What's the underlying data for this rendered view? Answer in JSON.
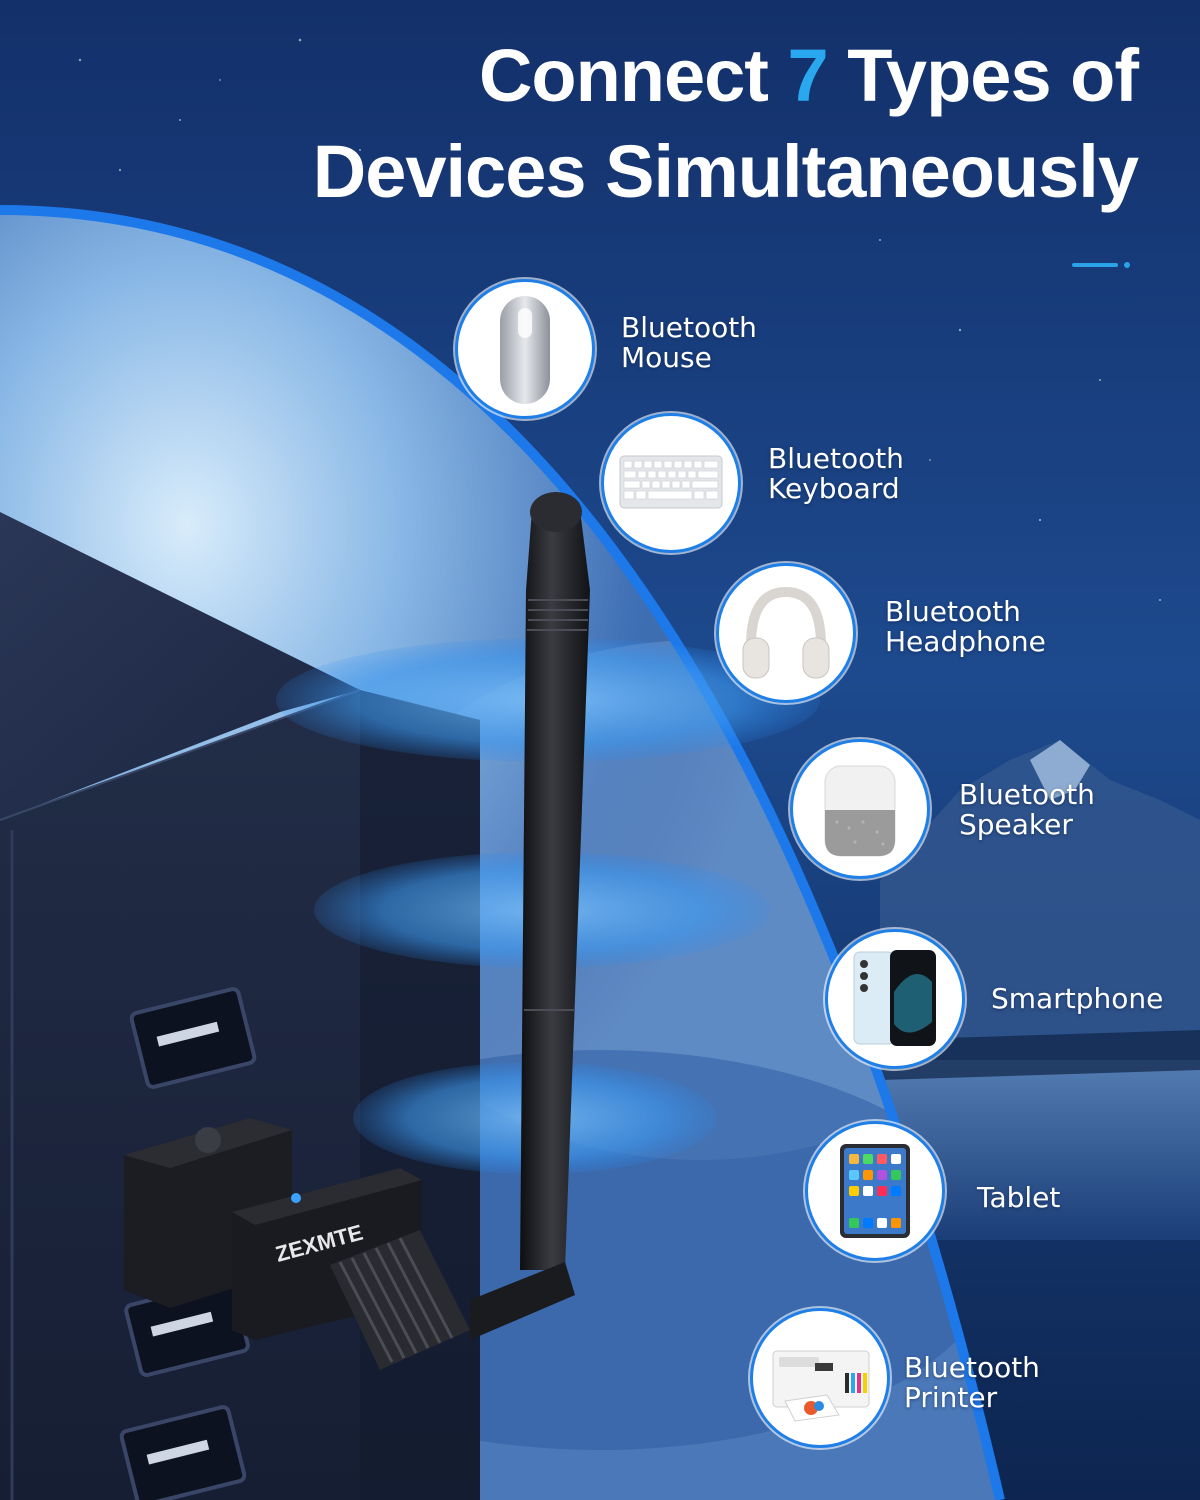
{
  "headline": {
    "line1_before": "Connect ",
    "line1_accent": "7",
    "line1_after": " Types of",
    "line2": "Devices Simultaneously"
  },
  "brand": {
    "dongle_logo": "ZEXMTE"
  },
  "colors": {
    "accent": "#29a8f0",
    "ring": "#1f7fe6",
    "background": "#0b1f44"
  },
  "devices": [
    {
      "line1": "Bluetooth",
      "line2": "Mouse",
      "icon": "mouse-icon"
    },
    {
      "line1": "Bluetooth",
      "line2": "Keyboard",
      "icon": "keyboard-icon"
    },
    {
      "line1": "Bluetooth",
      "line2": "Headphone",
      "icon": "headphone-icon"
    },
    {
      "line1": "Bluetooth",
      "line2": "Speaker",
      "icon": "speaker-icon"
    },
    {
      "line1": "Smartphone",
      "line2": "",
      "icon": "smartphone-icon"
    },
    {
      "line1": "Tablet",
      "line2": "",
      "icon": "tablet-icon"
    },
    {
      "line1": "Bluetooth",
      "line2": "Printer",
      "icon": "printer-icon"
    }
  ]
}
